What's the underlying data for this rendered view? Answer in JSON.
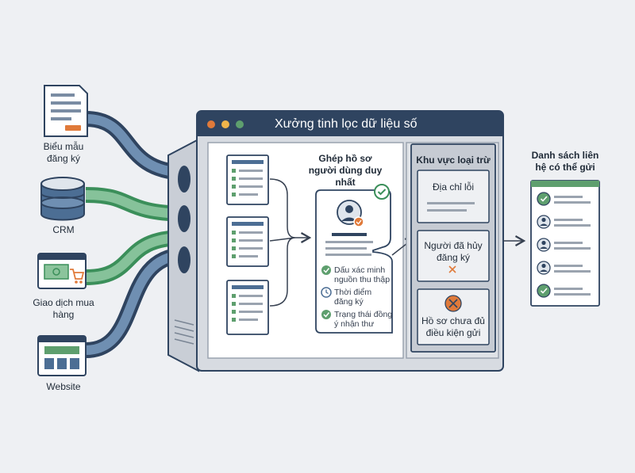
{
  "diagram": {
    "window_title": "Xưởng tinh lọc dữ liệu số",
    "sources": [
      {
        "label": "Biểu mẫu đăng ký",
        "icon": "form-document-icon"
      },
      {
        "label": "CRM",
        "icon": "database-icon"
      },
      {
        "label": "Giao dịch mua hàng",
        "icon": "purchase-transaction-icon"
      },
      {
        "label": "Website",
        "icon": "website-icon"
      }
    ],
    "merge_section": {
      "title": "Ghép hồ sơ người dùng duy nhất",
      "checklist": [
        {
          "text": "Dấu xác minh nguồn thu thập",
          "icon": "check-icon"
        },
        {
          "text": "Thời điểm đăng ký",
          "icon": "clock-icon"
        },
        {
          "text": "Trạng thái đồng ý nhận thư",
          "icon": "check-icon"
        }
      ]
    },
    "exclusion_zone": {
      "title": "Khu vực loại trừ",
      "items": [
        {
          "text": "Địa chỉ lỗi"
        },
        {
          "text": "Người đã hủy đăng ký"
        },
        {
          "text": "Hồ sơ chưa đủ điều kiện gửi"
        }
      ]
    },
    "output": {
      "title": "Danh sách liên hệ có thể gửi"
    },
    "colors": {
      "navy": "#2f4460",
      "teal": "#3b8f5a",
      "steel_blue": "#4c6e94",
      "green": "#5e9f6e",
      "orange": "#e07a3a"
    }
  }
}
